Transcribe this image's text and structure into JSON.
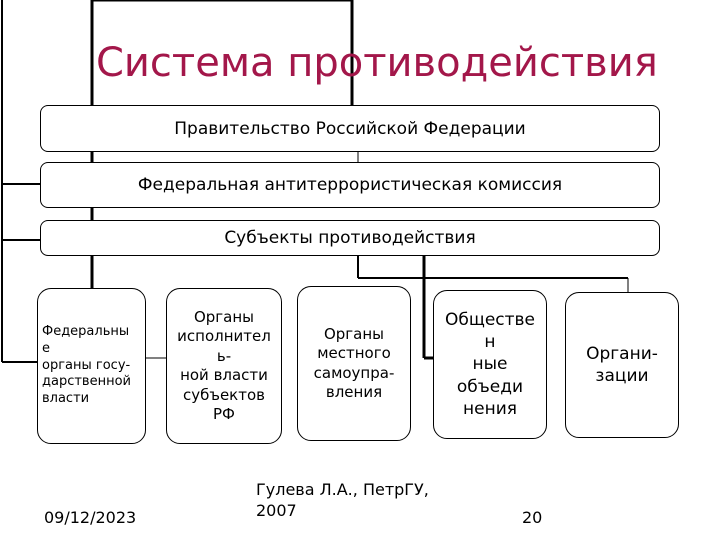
{
  "title": "Система противодействия",
  "levels": [
    "Правительство Российской Федерации",
    "Федеральная антитеррористическая комиссия",
    "Субъекты противодействия"
  ],
  "entities": [
    "Федеральны\nе\nорганы госу-\nдарственной\nвласти",
    "Органы\nисполнител\nь-\nной власти\nсубъектов\nРФ",
    "Органы\nместного\nсамоупра-\nвления",
    "Обществе\nн\nные\nобъеди\nнения",
    "Органи-\nзации"
  ],
  "footer": {
    "date": "09/12/2023",
    "author": "Гулева Л.А., ПетрГУ, 2007",
    "page": "20"
  }
}
